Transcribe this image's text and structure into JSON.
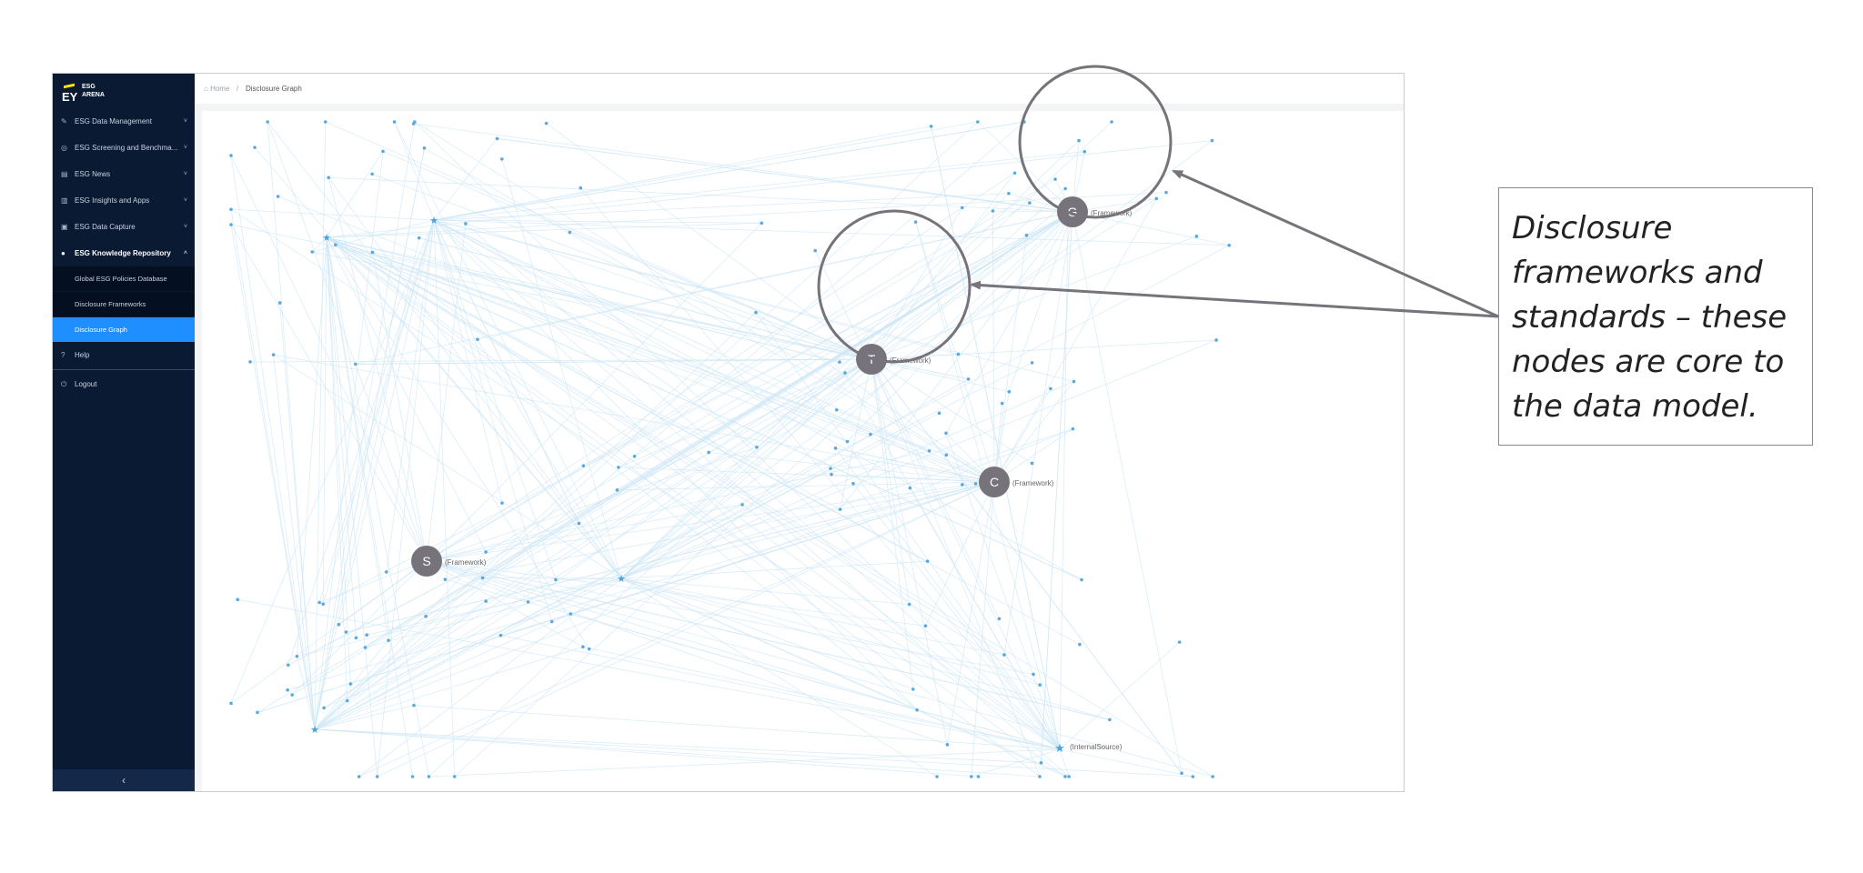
{
  "brand": {
    "logo_mark": "EY",
    "logo_line1": "ESG",
    "logo_line2": "ARENA"
  },
  "sidebar": {
    "items": [
      {
        "label": "ESG Data Management",
        "icon": "pencil-icon",
        "chevron": "˅"
      },
      {
        "label": "ESG Screening and Benchma...",
        "icon": "target-icon",
        "chevron": "˅"
      },
      {
        "label": "ESG News",
        "icon": "news-icon",
        "chevron": "˅"
      },
      {
        "label": "ESG Insights and Apps",
        "icon": "chart-icon",
        "chevron": "˅"
      },
      {
        "label": "ESG Data Capture",
        "icon": "capture-icon",
        "chevron": "˅"
      },
      {
        "label": "ESG Knowledge Repository",
        "icon": "globe-icon",
        "chevron": "˄"
      }
    ],
    "subitems": [
      {
        "label": "Global ESG Policies Database"
      },
      {
        "label": "Disclosure Frameworks"
      },
      {
        "label": "Disclosure Graph"
      }
    ],
    "help": "Help",
    "logout": "Logout",
    "collapse": "‹"
  },
  "breadcrumb": {
    "home": "Home",
    "separator": "/",
    "current": "Disclosure Graph"
  },
  "graph": {
    "framework_nodes": [
      {
        "letter": "G",
        "label": "(Framework)"
      },
      {
        "letter": "T",
        "label": "(Framework)"
      },
      {
        "letter": "C",
        "label": "(Framework)"
      },
      {
        "letter": "S",
        "label": "(Framework)"
      }
    ],
    "source_label": "(InternalSource)",
    "node_color": "#77737a",
    "edge_color": "#cfe7f6",
    "point_color": "#5aa9dd"
  },
  "callout": {
    "text": "Disclosure frameworks and standards – these nodes are core to the data model.",
    "line1": "Disclosure",
    "line2": "frameworks and",
    "line3": "standards – these",
    "line4": "nodes are core to",
    "line5": "the data model."
  }
}
